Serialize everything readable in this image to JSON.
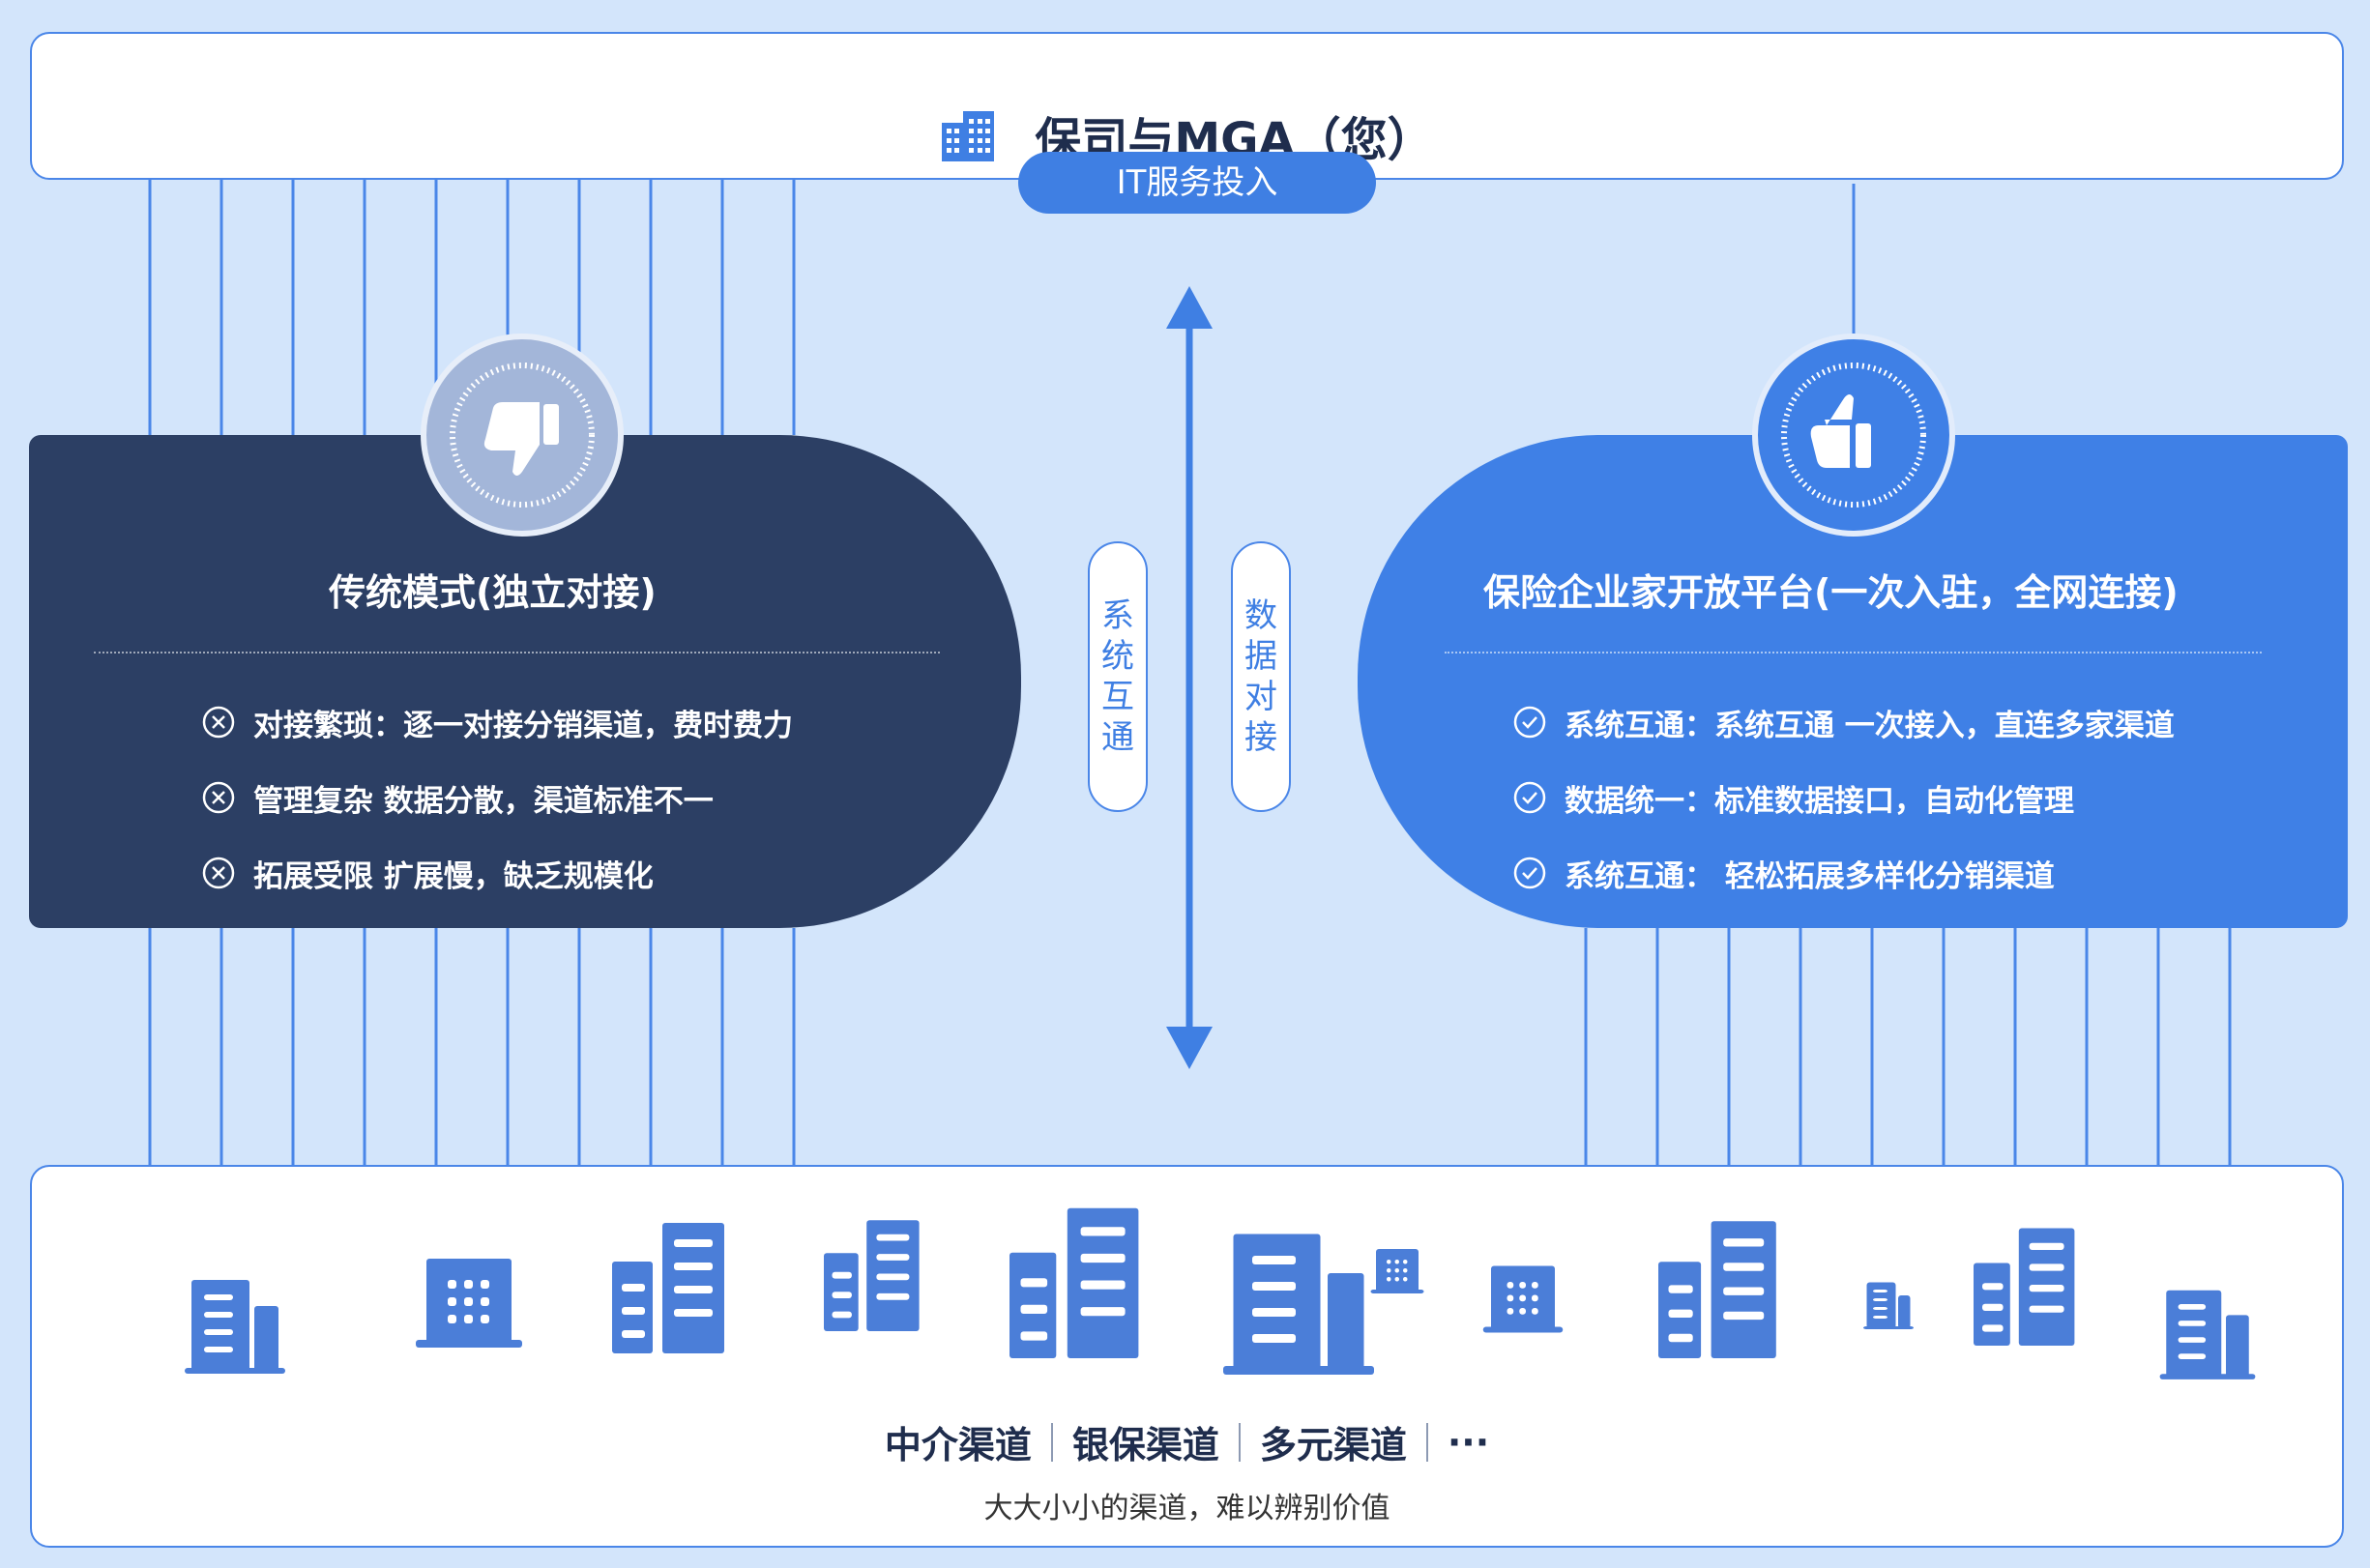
{
  "top": {
    "title": "保司与MGA（您）",
    "it_pill": "IT服务投入",
    "icon": "office-building-icon"
  },
  "left_panel": {
    "title": "传统模式(独立对接)",
    "icon": "thumbs-down-icon",
    "items": [
      "对接繁琐：逐一对接分销渠道，费时费力",
      "管理复杂 数据分散，渠道标准不一",
      "拓展受限 扩展慢，缺乏规模化"
    ],
    "item_icon": "circle-x-icon"
  },
  "right_panel": {
    "title": "保险企业家开放平台(一次入驻，全网连接)",
    "icon": "thumbs-up-icon",
    "items": [
      "系统互通：系统互通 一次接入，直连多家渠道",
      "数据统一：标准数据接口，自动化管理",
      "系统互通：  轻松拓展多样化分销渠道"
    ],
    "item_icon": "circle-check-icon"
  },
  "center": {
    "pill_1": [
      "系",
      "统",
      "互",
      "通"
    ],
    "pill_2": [
      "数",
      "据",
      "对",
      "接"
    ],
    "arrow_icon": "double-arrow-vertical-icon"
  },
  "bottom": {
    "channels": [
      "中介渠道",
      "银保渠道",
      "多元渠道",
      "···"
    ],
    "caption": "大大小小的渠道，难以辨别价值",
    "icon": "channel-building-icon"
  },
  "colors": {
    "background": "#d3e5fb",
    "accent_blue": "#3f7fe3",
    "dark_navy": "#2c3f64",
    "building_blue": "#4b7ed8"
  }
}
